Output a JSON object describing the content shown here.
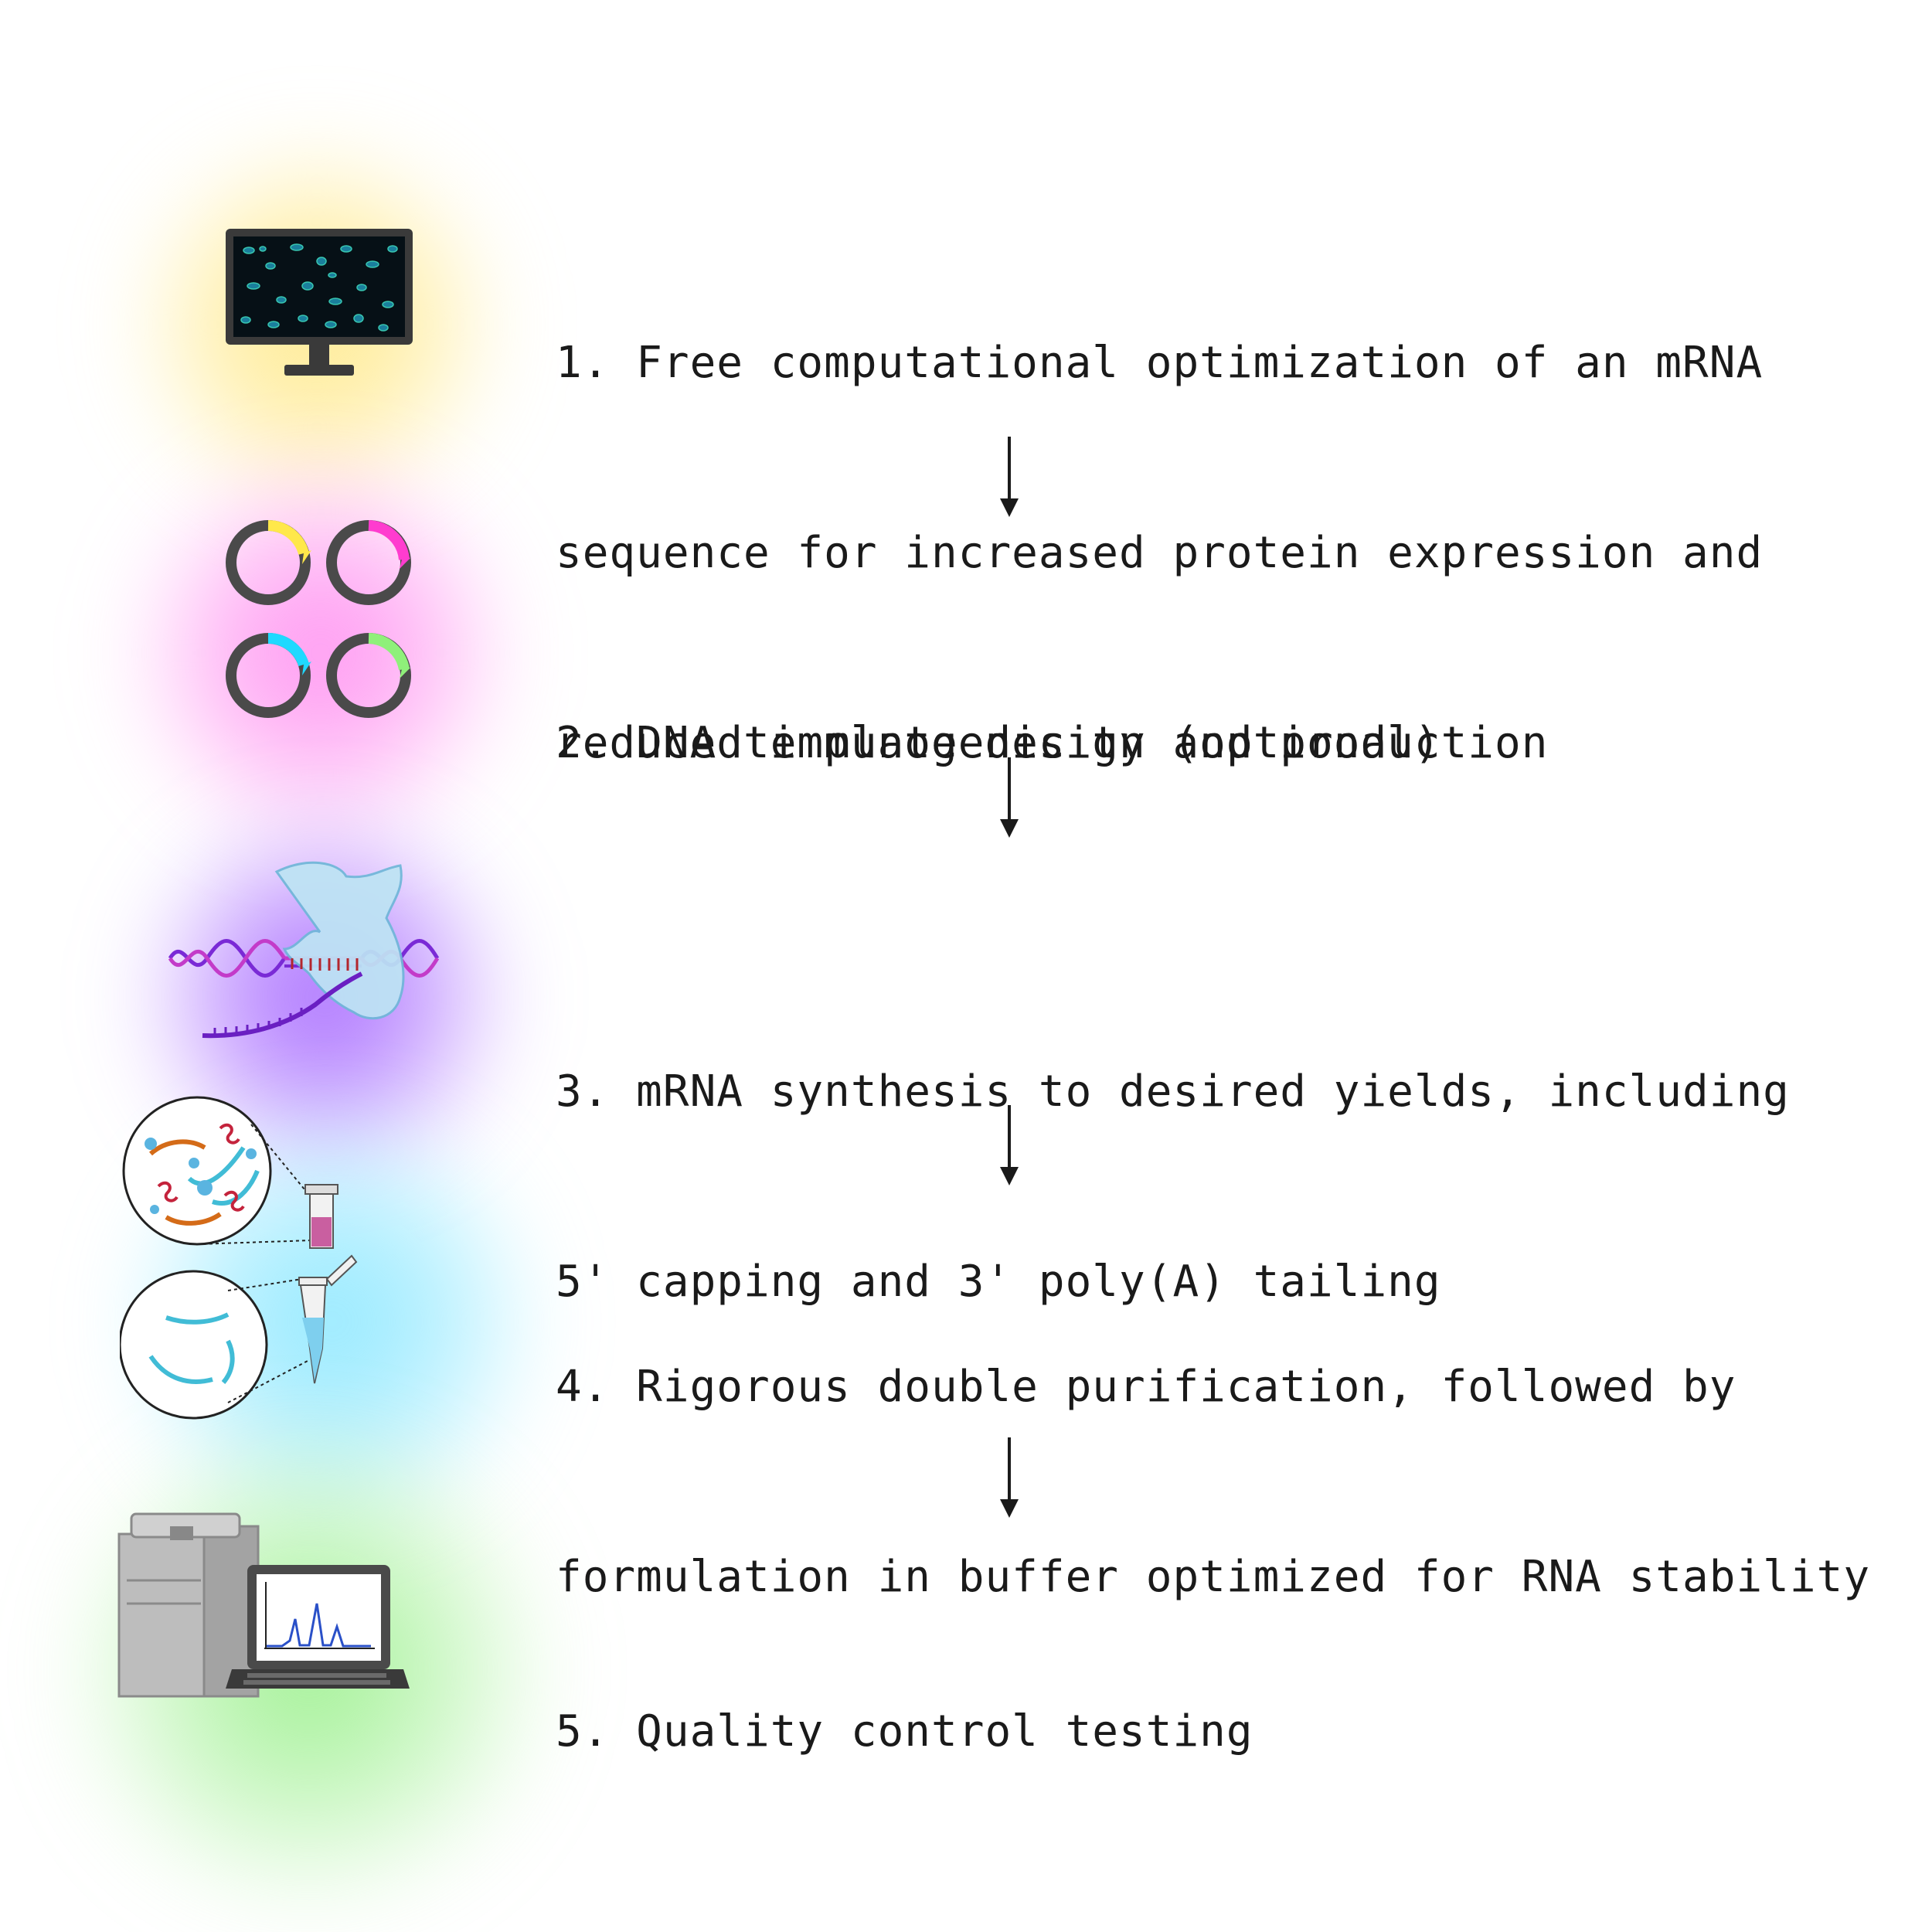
{
  "steps": [
    {
      "line1": "1. Free computational optimization of an mRNA",
      "line2": "sequence for increased protein expression and",
      "line3": "reduced immunogenicity (optional)",
      "glow_color": "#ffe98a",
      "icon": "monitor-icon"
    },
    {
      "line1": "2. DNA template design and production",
      "glow_color": "#ff8ff0",
      "icon": "plasmid-icon"
    },
    {
      "line1": "3. mRNA synthesis to desired yields, including",
      "line2": "5' capping and 3' poly(A) tailing",
      "glow_color": "#a566ff",
      "icon": "polymerase-icon"
    },
    {
      "line1": "4. Rigorous double purification, followed by",
      "line2": "formulation in buffer optimized for RNA stability",
      "glow_color": "#8ee8ff",
      "icon": "purification-icon"
    },
    {
      "line1": "5. Quality control testing",
      "glow_color": "#9cf08e",
      "icon": "qc-instrument-icon"
    }
  ],
  "colors": {
    "text": "#1a1a1a",
    "arrow": "#1a1a1a",
    "plasmid_ring": "#4a4a4a",
    "plasmid_segments": [
      "#ffe84a",
      "#ff3ccf",
      "#1fd9ff",
      "#8ff07a"
    ],
    "rna": "#41bcd6",
    "dna_strand_a": "#7a2ad6",
    "dna_strand_b": "#c33bc9"
  }
}
